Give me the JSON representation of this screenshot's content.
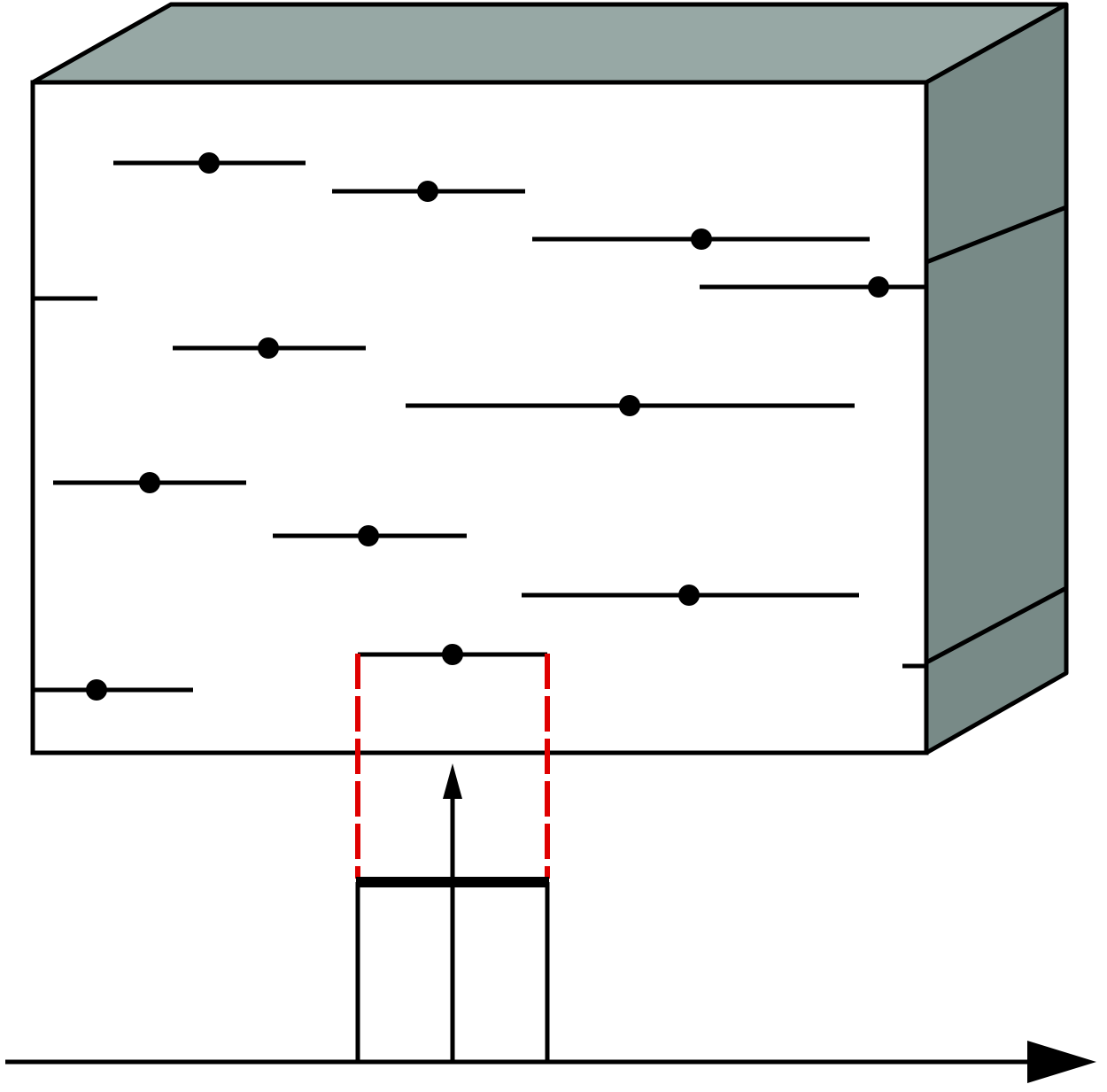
{
  "colors": {
    "background": "#ffffff",
    "stroke": "#000000",
    "box_top_face": "#97a8a5",
    "box_side_face": "#788a87",
    "window_edge": "#e00000"
  },
  "segments": [
    {
      "id": 1,
      "has_point": true
    },
    {
      "id": 2,
      "has_point": true
    },
    {
      "id": 3,
      "has_point": true
    },
    {
      "id": 4,
      "has_point": true
    },
    {
      "id": 5,
      "has_point": false
    },
    {
      "id": 6,
      "has_point": true
    },
    {
      "id": 7,
      "has_point": true
    },
    {
      "id": 8,
      "has_point": true
    },
    {
      "id": 9,
      "has_point": true
    },
    {
      "id": 10,
      "has_point": true
    },
    {
      "id": 11,
      "has_point": true
    },
    {
      "id": 12,
      "has_point": true
    },
    {
      "id": 13,
      "has_point": false
    }
  ]
}
